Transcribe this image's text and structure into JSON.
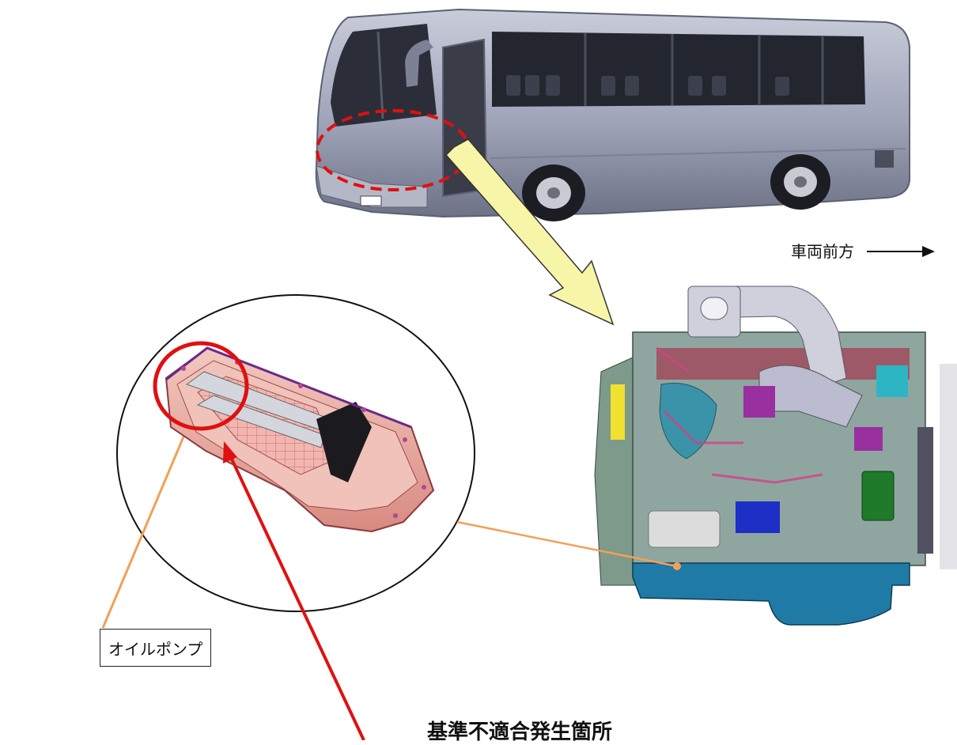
{
  "labels": {
    "vehicle_direction": "車両前方",
    "oil_pump": "オイルポンプ",
    "defect_location": "基準不適合発生箇所"
  },
  "colors": {
    "bus_body": "#9ea3b8",
    "engine_oil_pan": "#1f7aa6",
    "oil_pan_detail": "#e8a9a0",
    "highlight_red": "#e01010",
    "callout_yellow": "#f7f5a8",
    "leader_orange": "#f2a055"
  }
}
